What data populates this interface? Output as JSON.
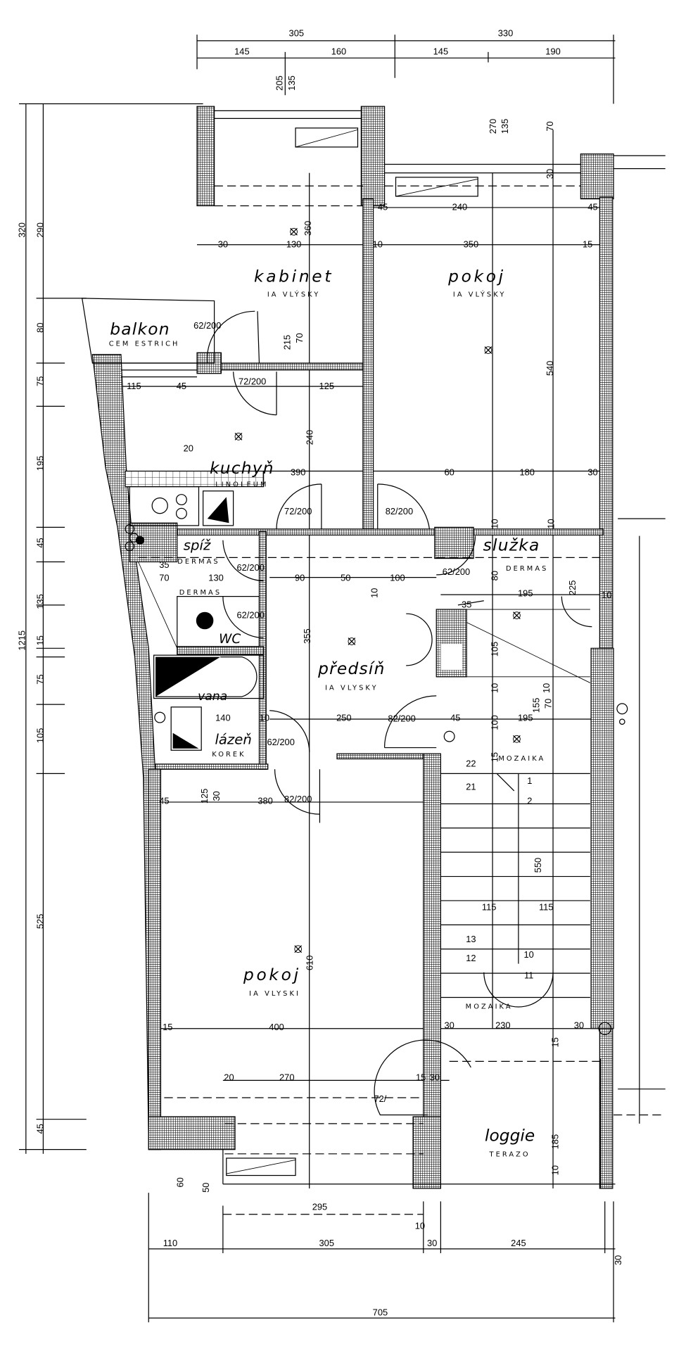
{
  "rooms": [
    {
      "name": "kabinet",
      "floor": "IA VLÝSKY"
    },
    {
      "name": "pokoj",
      "floor": "IA VLÝSKY"
    },
    {
      "name": "balkon",
      "floor": "CEM ESTRICH"
    },
    {
      "name": "kuchyň",
      "floor": "LINOLEUM"
    },
    {
      "name": "spíž",
      "floor": "DERMAS"
    },
    {
      "name": "WC",
      "floor": "DERMAS"
    },
    {
      "name": "vana",
      "floor": ""
    },
    {
      "name": "lázeň",
      "floor": "KOREK"
    },
    {
      "name": "předsíň",
      "floor": "IA VLYSKY"
    },
    {
      "name": "služka",
      "floor": "DERMAS"
    },
    {
      "name": "",
      "floor": "MOZAIKA"
    },
    {
      "name": "",
      "floor": "MOZAIKA"
    },
    {
      "name": "pokoj",
      "floor": "IA VLYSKI"
    },
    {
      "name": "loggie",
      "floor": "TERAZO"
    }
  ],
  "dims": [
    "305",
    "330",
    "145",
    "160",
    "145",
    "190",
    "205",
    "135",
    "320",
    "290",
    "80",
    "75",
    "195",
    "45",
    "135",
    "15",
    "1215",
    "75",
    "105",
    "525",
    "45",
    "270",
    "135",
    "70",
    "30",
    "45",
    "240",
    "45",
    "30",
    "130",
    "360",
    "10",
    "350",
    "15",
    "62/200",
    "215",
    "70",
    "540",
    "72/200",
    "115",
    "45",
    "125",
    "20",
    "240",
    "390",
    "60",
    "180",
    "30",
    "72/200",
    "82/200",
    "10",
    "10",
    "35",
    "70",
    "130",
    "90",
    "50",
    "100",
    "10",
    "62/200",
    "62/200",
    "355",
    "62/200",
    "195",
    "225",
    "10",
    "35",
    "80",
    "105",
    "10",
    "10",
    "155",
    "70",
    "140",
    "10",
    "250",
    "82/200",
    "45",
    "100",
    "195",
    "62/200",
    "15",
    "22",
    "21",
    "1",
    "2",
    "82/200",
    "125",
    "30",
    "45",
    "380",
    "550",
    "115",
    "115",
    "13",
    "10",
    "12",
    "11",
    "610",
    "15",
    "400",
    "30",
    "230",
    "30",
    "15",
    "20",
    "270",
    "15",
    "30",
    "72/",
    "185",
    "10",
    "60",
    "50",
    "295",
    "10",
    "110",
    "305",
    "30",
    "245",
    "30",
    "705"
  ]
}
